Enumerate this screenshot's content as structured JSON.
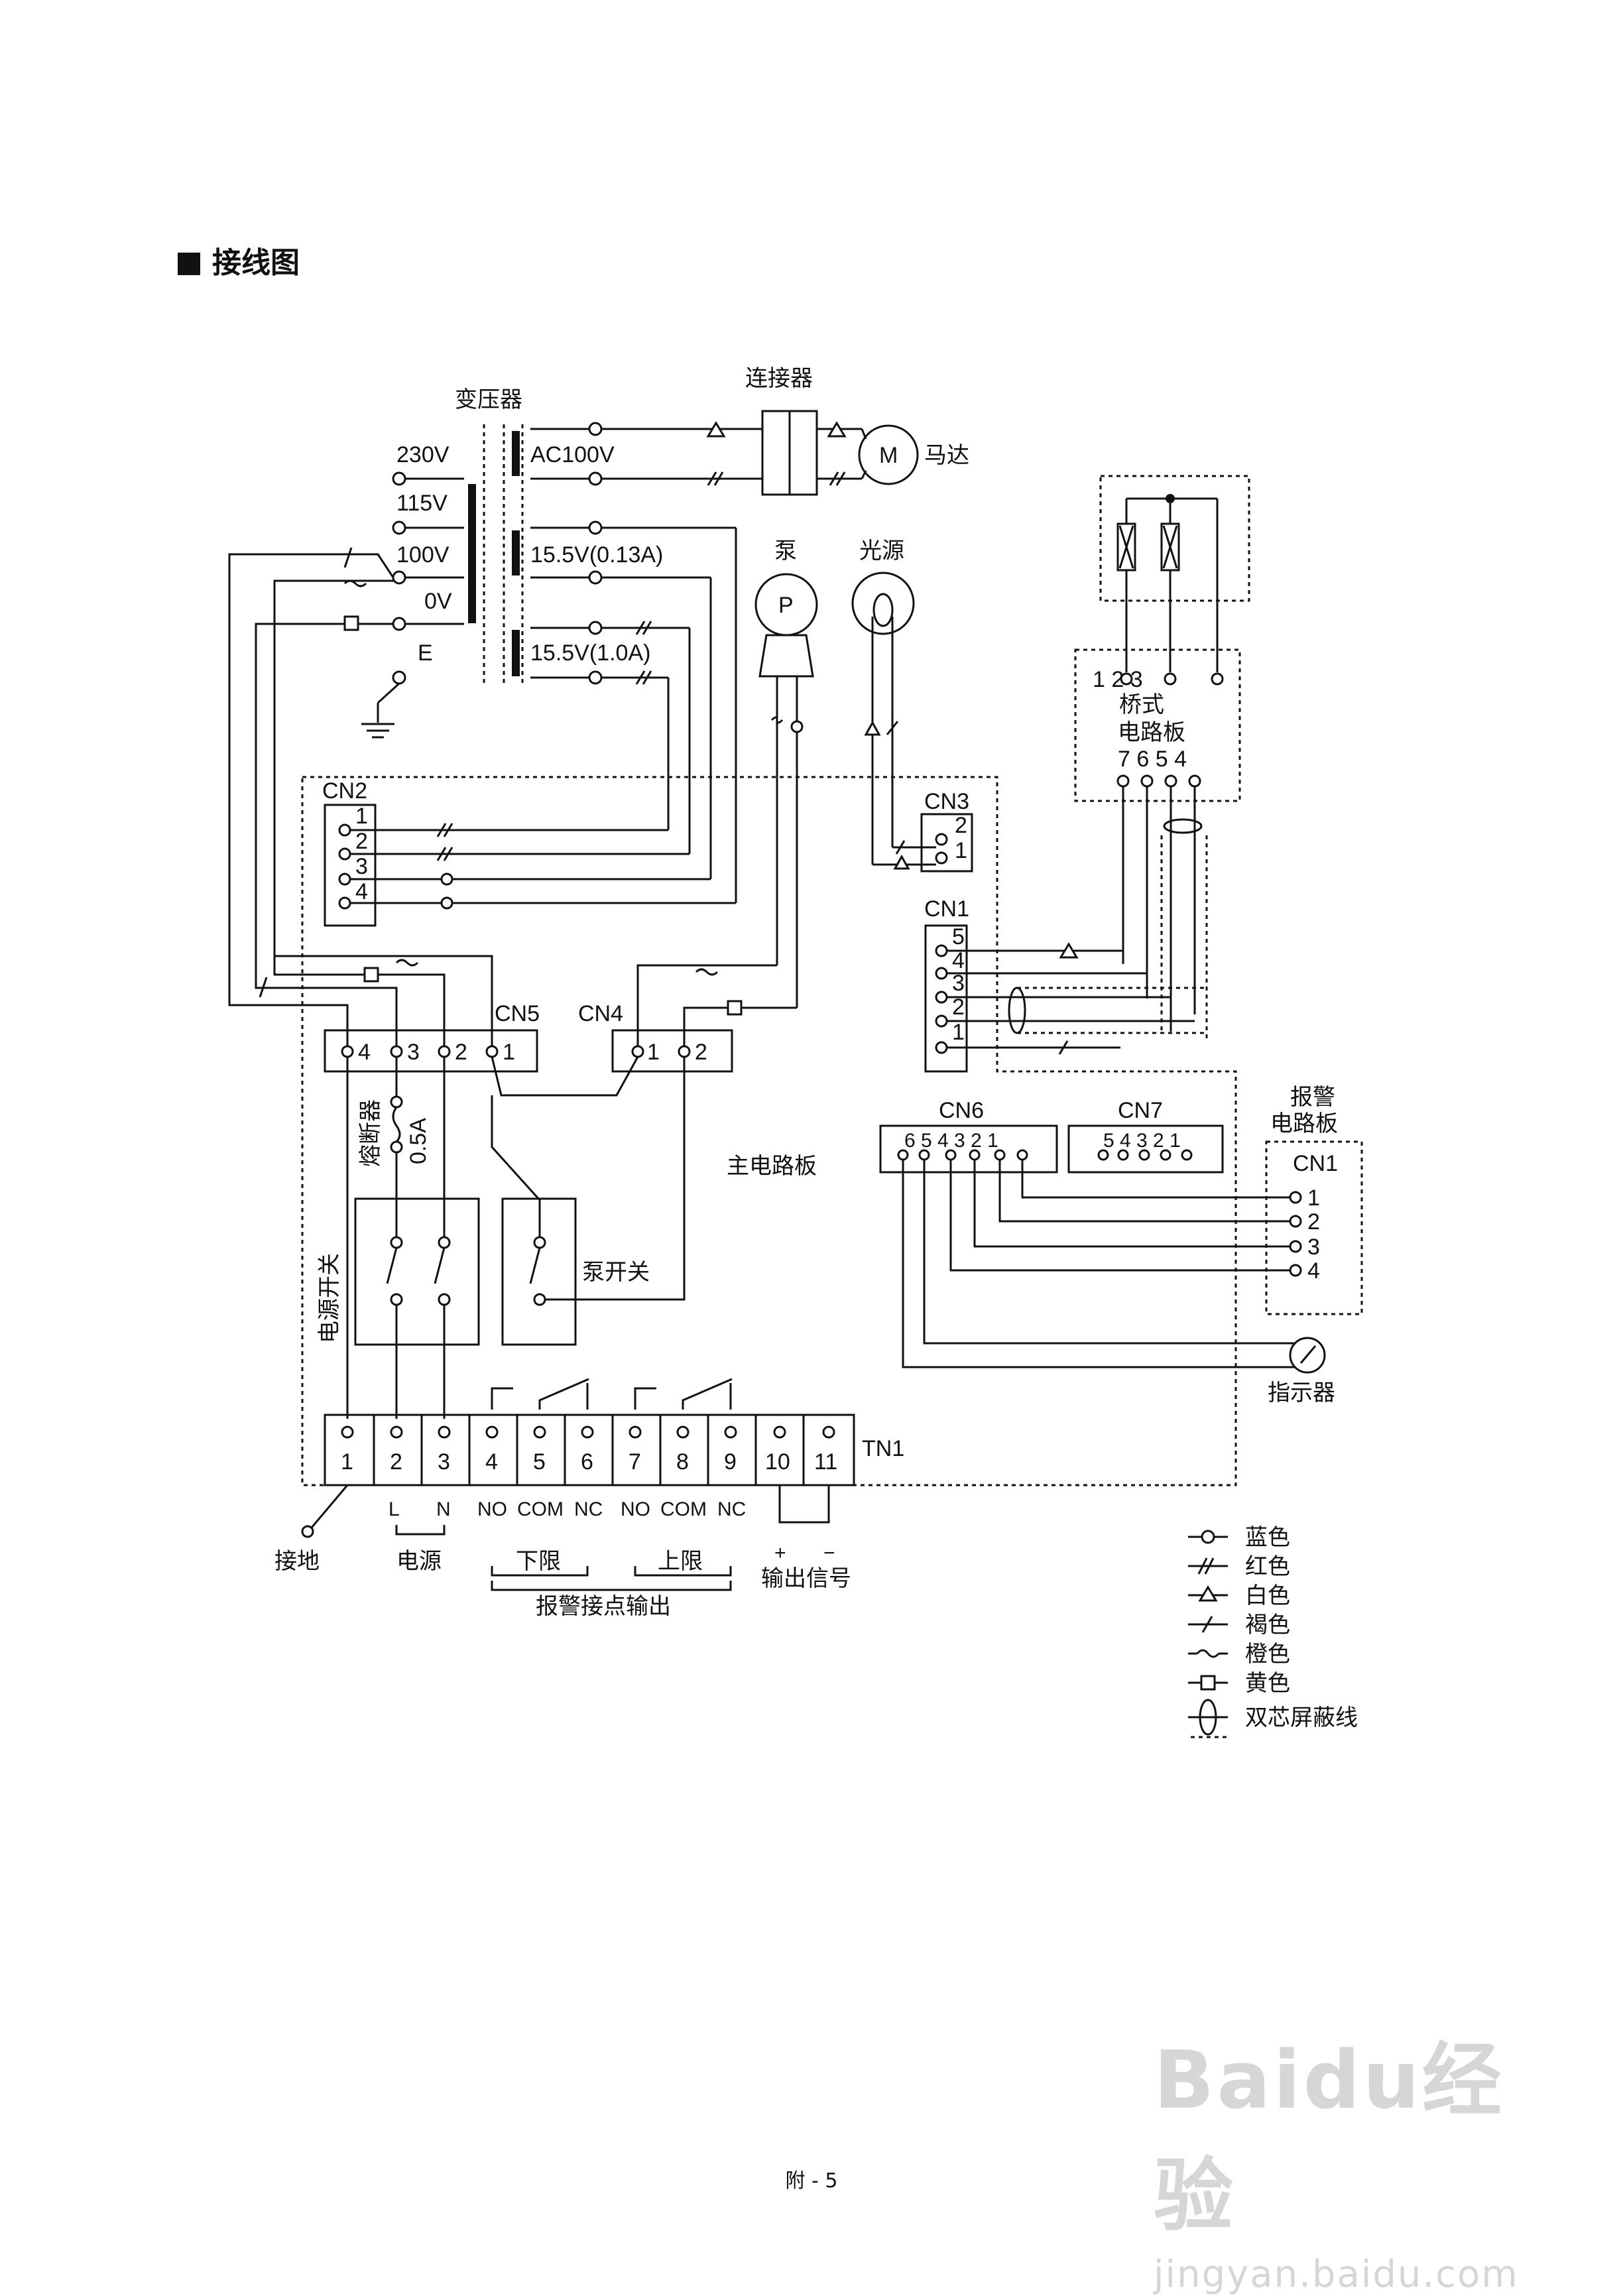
{
  "heading": "接线图",
  "page_number": "附 - 5",
  "watermark": {
    "brand": "Baidu经验",
    "url": "jingyan.baidu.com"
  },
  "transformer": {
    "title": "变压器",
    "primary_taps": [
      "230V",
      "115V",
      "100V",
      "0V",
      "E"
    ],
    "secondaries": [
      "AC100V",
      "15.5V(0.13A)",
      "15.5V(1.0A)"
    ]
  },
  "contactor": {
    "label": "连接器",
    "motor_symbol": "M",
    "motor_label": "马达"
  },
  "pump": {
    "symbol": "P",
    "label": "泵"
  },
  "light": {
    "label": "光源"
  },
  "bridge_board": {
    "label_1": "桥式",
    "label_2": "电路板",
    "top_pins": "1 2 3",
    "bottom_pins": "7 6 5 4"
  },
  "alarm_board": {
    "label_1": "报警",
    "label_2": "电路板",
    "connector": "CN1",
    "pins": [
      "1",
      "2",
      "3",
      "4"
    ]
  },
  "indicator": {
    "label": "指示器"
  },
  "main_board": {
    "label": "主电路板",
    "cn2": {
      "name": "CN2",
      "pins": [
        "1",
        "2",
        "3",
        "4"
      ]
    },
    "cn3": {
      "name": "CN3",
      "pins": [
        "2",
        "1"
      ]
    },
    "cn1": {
      "name": "CN1",
      "pins": [
        "5",
        "4",
        "3",
        "2",
        "1"
      ]
    },
    "cn5": {
      "name": "CN5",
      "pins": [
        "4",
        "3",
        "2",
        "1"
      ]
    },
    "cn4": {
      "name": "CN4",
      "pins": [
        "1",
        "2"
      ]
    },
    "cn6": {
      "name": "CN6",
      "pins": "6 5 4 3 2 1"
    },
    "cn7": {
      "name": "CN7",
      "pins": "5 4 3 2 1"
    },
    "fuse": {
      "label": "熔断器",
      "rating": "0.5A"
    },
    "power_switch": "电源开关",
    "pump_switch": "泵开关"
  },
  "terminal": {
    "name": "TN1",
    "numbers": [
      "1",
      "2",
      "3",
      "4",
      "5",
      "6",
      "7",
      "8",
      "9",
      "10",
      "11"
    ],
    "sub_labels": [
      "L",
      "N",
      "NO",
      "COM",
      "NC",
      "NO",
      "COM",
      "NC",
      "+",
      "−"
    ],
    "group_labels": {
      "ground": "接地",
      "power": "电源",
      "lower": "下限",
      "upper": "上限",
      "alarm": "报警接点输出",
      "signal": "输出信号"
    }
  },
  "legend": [
    {
      "symbol": "circle",
      "label": "蓝色"
    },
    {
      "symbol": "double-slash",
      "label": "红色"
    },
    {
      "symbol": "triangle",
      "label": "白色"
    },
    {
      "symbol": "slash",
      "label": "褐色"
    },
    {
      "symbol": "tilde",
      "label": "橙色"
    },
    {
      "symbol": "square",
      "label": "黄色"
    },
    {
      "symbol": "shield",
      "label": "双芯屏蔽线"
    }
  ]
}
